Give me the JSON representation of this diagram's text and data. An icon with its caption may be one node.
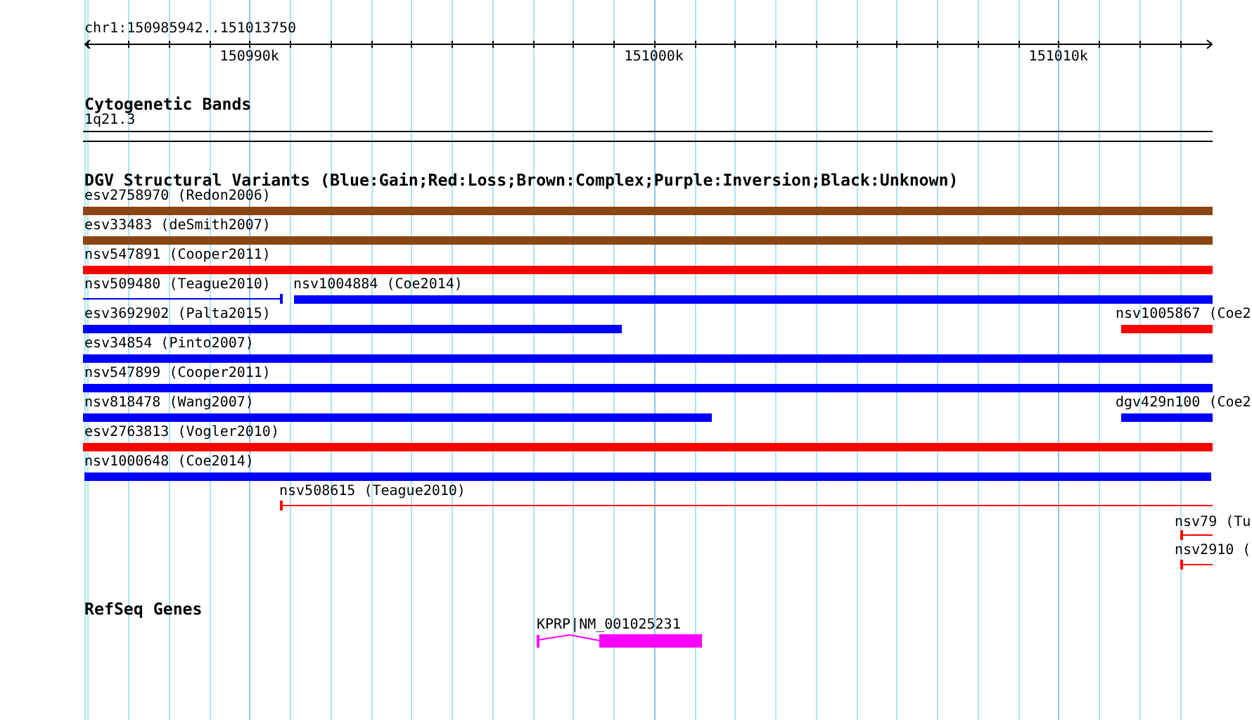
{
  "diagram": {
    "nodes": [
      {
        "text": [
          "1q21.3"
        ]
      },
      {
        "text": [
          "esv2758970 (Redon2006)"
        ]
      },
      {
        "text": [
          "esv33483 (deSmith2007)"
        ]
      },
      {
        "text": [
          "nsv547891 (Cooper2011)"
        ]
      },
      {
        "text": [
          "nsv509480 (Teague2010)"
        ]
      },
      {
        "text": [
          "nsv1004884 (Coe2014)"
        ]
      },
      {
        "text": [
          "esv3692902 (Palta2015)"
        ]
      },
      {
        "text": [
          "nsv1005867 (Coe2"
        ]
      },
      {
        "text": [
          "esv34854 (Pinto2007)"
        ]
      },
      {
        "text": [
          "nsv547899 (Cooper2011)"
        ]
      },
      {
        "text": [
          "nsv818478 (Wang2007)"
        ]
      },
      {
        "text": [
          "dgv429n100 (Coe2"
        ]
      },
      {
        "text": [
          "esv2763813 (Vogler2010)"
        ]
      },
      {
        "text": [
          "nsv1000648 (Coe2014)"
        ]
      },
      {
        "text": [
          "nsv508615 (Teague2010)"
        ]
      },
      {
        "text": [
          "nsv79 (Tu"
        ]
      },
      {
        "text": [
          "nsv2910 ("
        ]
      },
      {
        "text": [
          "KPRP|NM_001025231"
        ]
      }
    ],
    "labels": [
      "chr1:150985942..151013750",
      "150990k",
      "151000k",
      "151010k",
      "Cytogenetic Bands",
      "DGV Structural Variants (Blue:Gain;Red:Loss;Brown:Complex;Purple:Inversion;Black:Unknown)",
      "RefSeq Genes"
    ]
  }
}
